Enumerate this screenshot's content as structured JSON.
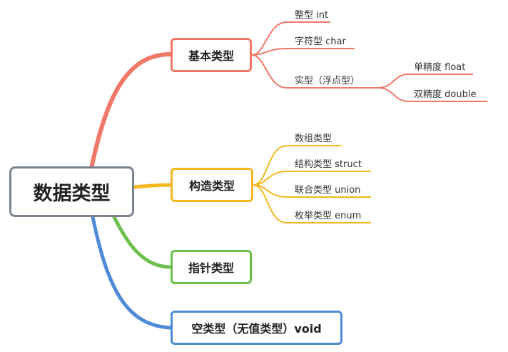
{
  "colors": {
    "root_border": "#7a8490",
    "basic": "#f07868",
    "construct": "#f3b820",
    "pointer": "#6cc04e",
    "void": "#4f8ad8"
  },
  "root": {
    "label": "数据类型"
  },
  "branches": {
    "basic": {
      "label": "基本类型",
      "children": [
        "整型 int",
        "字符型 char",
        "实型（浮点型）"
      ],
      "real_children": [
        "单精度 float",
        "双精度 double"
      ]
    },
    "construct": {
      "label": "构造类型",
      "children": [
        "数组类型",
        "结构类型 struct",
        "联合类型 union",
        "枚举类型 enum"
      ]
    },
    "pointer": {
      "label": "指针类型"
    },
    "void": {
      "label": "空类型（无值类型）void"
    }
  }
}
